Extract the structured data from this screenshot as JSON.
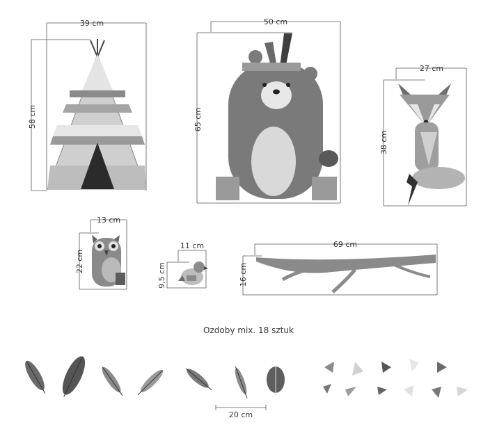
{
  "items": {
    "teepee": {
      "width": "39 cm",
      "height": "58 cm"
    },
    "bear": {
      "width": "50 cm",
      "height": "65 cm"
    },
    "fox": {
      "width": "27 cm",
      "height": "38 cm"
    },
    "owl": {
      "width": "13 cm",
      "height": "22 cm"
    },
    "bird": {
      "width": "11 cm",
      "height": "9,5 cm"
    },
    "branch": {
      "width": "69 cm",
      "height": "16 cm"
    }
  },
  "decorations": {
    "caption": "Ozdoby mix. 18 sztuk",
    "scale_label": "20 cm"
  },
  "colors": {
    "dark": "#4a4a4a",
    "mid": "#7a7a7a",
    "light": "#b5b5b5",
    "pale": "#d9d9d9"
  }
}
